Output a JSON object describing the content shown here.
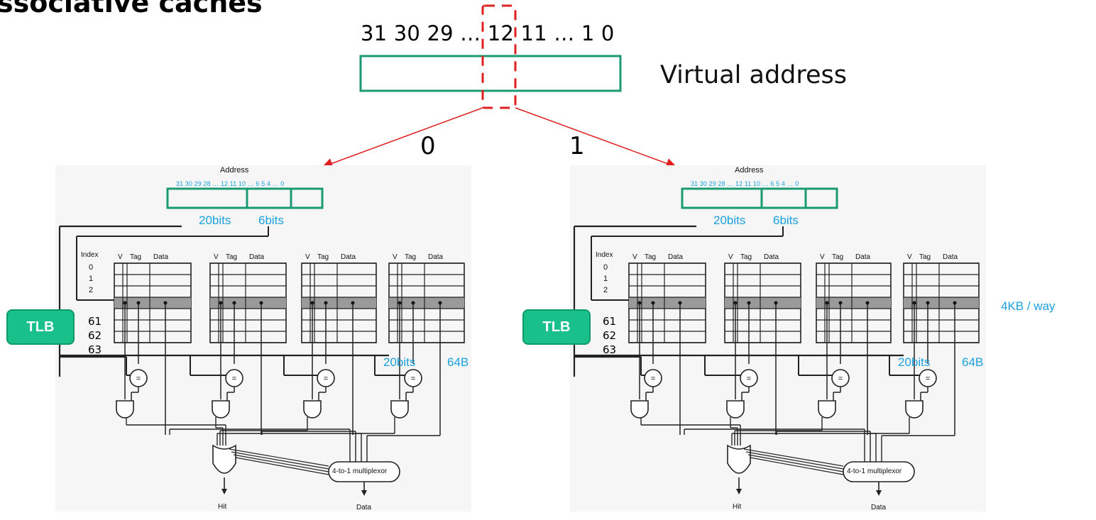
{
  "title": "ssociative caches",
  "virtual_address": {
    "bit_labels": "31 30 29 … 12 11 … 1 0",
    "label": "Virtual address"
  },
  "branches": [
    "0",
    "1"
  ],
  "way_size_label": "4KB / way",
  "panels": [
    {
      "address_label": "Address",
      "address_bits": "31 30 29 28 … 12 11 10 … 6 5 4 … 0",
      "field_tag_bits": "20bits",
      "field_index_bits": "6bits",
      "column_headers": [
        "Index",
        "V",
        "Tag",
        "Data"
      ],
      "index_rows_top": [
        "0",
        "1",
        "2"
      ],
      "index_rows_bottom": [
        "61",
        "62",
        "63"
      ],
      "tag_bits": "20bits",
      "block_size": "64B",
      "comparator": "=",
      "mux_label": "4-to-1 multiplexor",
      "hit_label": "Hit",
      "data_label": "Data",
      "tlb_label": "TLB"
    },
    {
      "address_label": "Address",
      "address_bits": "31 30 29 28 … 12 11 10 … 6 5 4 … 0",
      "field_tag_bits": "20bits",
      "field_index_bits": "6bits",
      "column_headers": [
        "Index",
        "V",
        "Tag",
        "Data"
      ],
      "index_rows_top": [
        "0",
        "1",
        "2"
      ],
      "index_rows_bottom": [
        "61",
        "62",
        "63"
      ],
      "tag_bits": "20bits",
      "block_size": "64B",
      "comparator": "=",
      "mux_label": "4-to-1 multiplexor",
      "hit_label": "Hit",
      "data_label": "Data",
      "tlb_label": "TLB"
    }
  ],
  "colors": {
    "green": "#1a9a72",
    "blue_text": "#1ba0e0",
    "red_dashed": "#e02020",
    "tlb_fill": "#19c08a"
  }
}
